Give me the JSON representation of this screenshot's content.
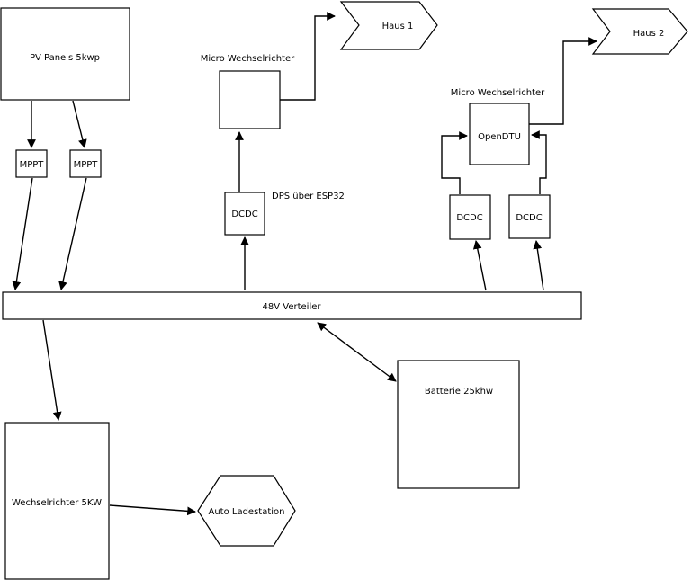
{
  "labels": {
    "pv_panels": "PV Panels 5kwp",
    "mppt_1": "MPPT",
    "mppt_2": "MPPT",
    "micro_inverter_1_title": "Micro Wechselrichter",
    "house_1": "Haus 1",
    "house_2": "Haus 2",
    "micro_inverter_2_title": "Micro Wechselrichter",
    "opendtu": "OpenDTU",
    "dcdc_center": "DCDC",
    "dps_note": "DPS über ESP32",
    "dcdc_right_1": "DCDC",
    "dcdc_right_2": "DCDC",
    "bus": "48V Verteiler",
    "battery": "Batterie 25khw",
    "main_inverter": "Wechselrichter 5KW",
    "car_charger": "Auto Ladestation"
  }
}
